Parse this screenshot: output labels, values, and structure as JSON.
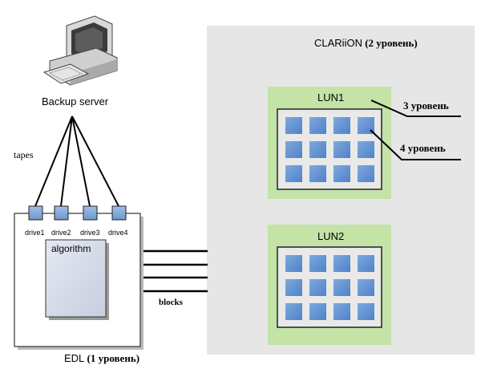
{
  "diagram": {
    "backup_server": {
      "label": "Backup server",
      "icon": "computer-icon"
    },
    "tapes_label": "tapes",
    "edl": {
      "label_main": "EDL",
      "label_level": "(1 уровень)",
      "drives": [
        "drive1",
        "drive2",
        "drive3",
        "drive4"
      ],
      "algorithm_label": "algorithm"
    },
    "blocks_label": "blocks",
    "clariion": {
      "label_main": "CLARiiON",
      "label_level": "(2 уровень)",
      "luns": [
        {
          "label": "LUN1"
        },
        {
          "label": "LUN2"
        }
      ]
    },
    "level3_label": "3 уровень",
    "level4_label": "4 уровень"
  }
}
